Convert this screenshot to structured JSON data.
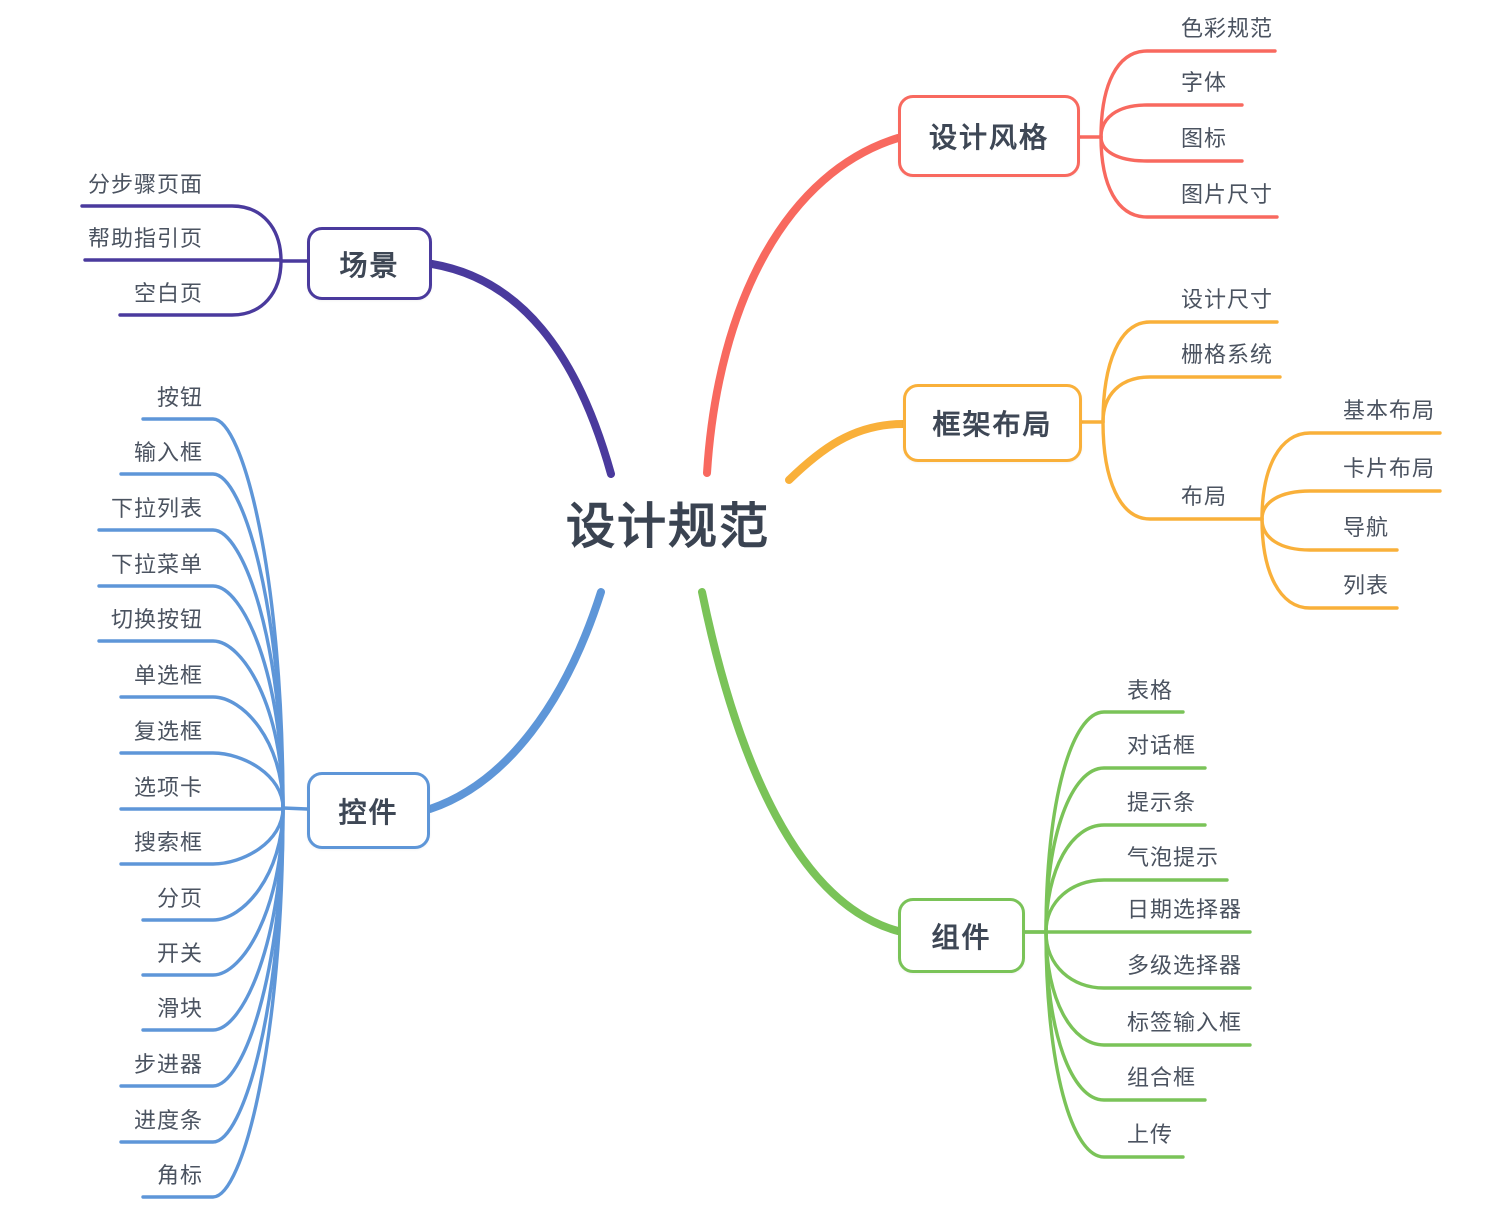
{
  "map": {
    "root": "设计规范",
    "branches": [
      {
        "id": "design-style",
        "label": "设计风格",
        "color": "#F8695F",
        "children": [
          {
            "label": "色彩规范"
          },
          {
            "label": "字体"
          },
          {
            "label": "图标"
          },
          {
            "label": "图片尺寸"
          }
        ]
      },
      {
        "id": "frame-layout",
        "label": "框架布局",
        "color": "#F9B03A",
        "children": [
          {
            "label": "设计尺寸"
          },
          {
            "label": "栅格系统"
          },
          {
            "label": "布局",
            "children": [
              {
                "label": "基本布局"
              },
              {
                "label": "卡片布局"
              },
              {
                "label": "导航"
              },
              {
                "label": "列表"
              }
            ]
          }
        ]
      },
      {
        "id": "component",
        "label": "组件",
        "color": "#7AC358",
        "children": [
          {
            "label": "表格"
          },
          {
            "label": "对话框"
          },
          {
            "label": "提示条"
          },
          {
            "label": "气泡提示"
          },
          {
            "label": "日期选择器"
          },
          {
            "label": "多级选择器"
          },
          {
            "label": "标签输入框"
          },
          {
            "label": "组合框"
          },
          {
            "label": "上传"
          }
        ]
      },
      {
        "id": "scene",
        "label": "场景",
        "color": "#4A3A9D",
        "children": [
          {
            "label": "分步骤页面"
          },
          {
            "label": "帮助指引页"
          },
          {
            "label": "空白页"
          }
        ]
      },
      {
        "id": "control",
        "label": "控件",
        "color": "#5E96D8",
        "children": [
          {
            "label": "按钮"
          },
          {
            "label": "输入框"
          },
          {
            "label": "下拉列表"
          },
          {
            "label": "下拉菜单"
          },
          {
            "label": "切换按钮"
          },
          {
            "label": "单选框"
          },
          {
            "label": "复选框"
          },
          {
            "label": "选项卡"
          },
          {
            "label": "搜索框"
          },
          {
            "label": "分页"
          },
          {
            "label": "开关"
          },
          {
            "label": "滑块"
          },
          {
            "label": "步进器"
          },
          {
            "label": "进度条"
          },
          {
            "label": "角标"
          }
        ]
      }
    ],
    "text_colors": {
      "root": "#3A4351",
      "topic": "#3E4755",
      "leaf": "#4B5360"
    }
  }
}
